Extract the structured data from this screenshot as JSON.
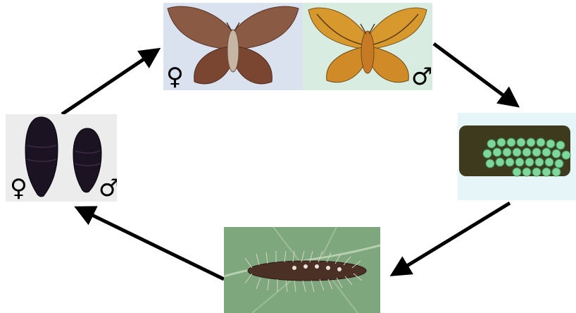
{
  "diagram": {
    "type": "life-cycle",
    "stages": [
      {
        "id": "adult",
        "symbols": [
          "♀",
          "♂"
        ]
      },
      {
        "id": "eggs"
      },
      {
        "id": "larva"
      },
      {
        "id": "pupa",
        "symbols": [
          "♀",
          "♂"
        ]
      }
    ],
    "cycle_order": [
      "pupa",
      "adult",
      "eggs",
      "larva",
      "pupa"
    ],
    "colors": {
      "arrow": "#000000",
      "leaf": "#7fa77e",
      "egg": "#7ed69a"
    }
  }
}
